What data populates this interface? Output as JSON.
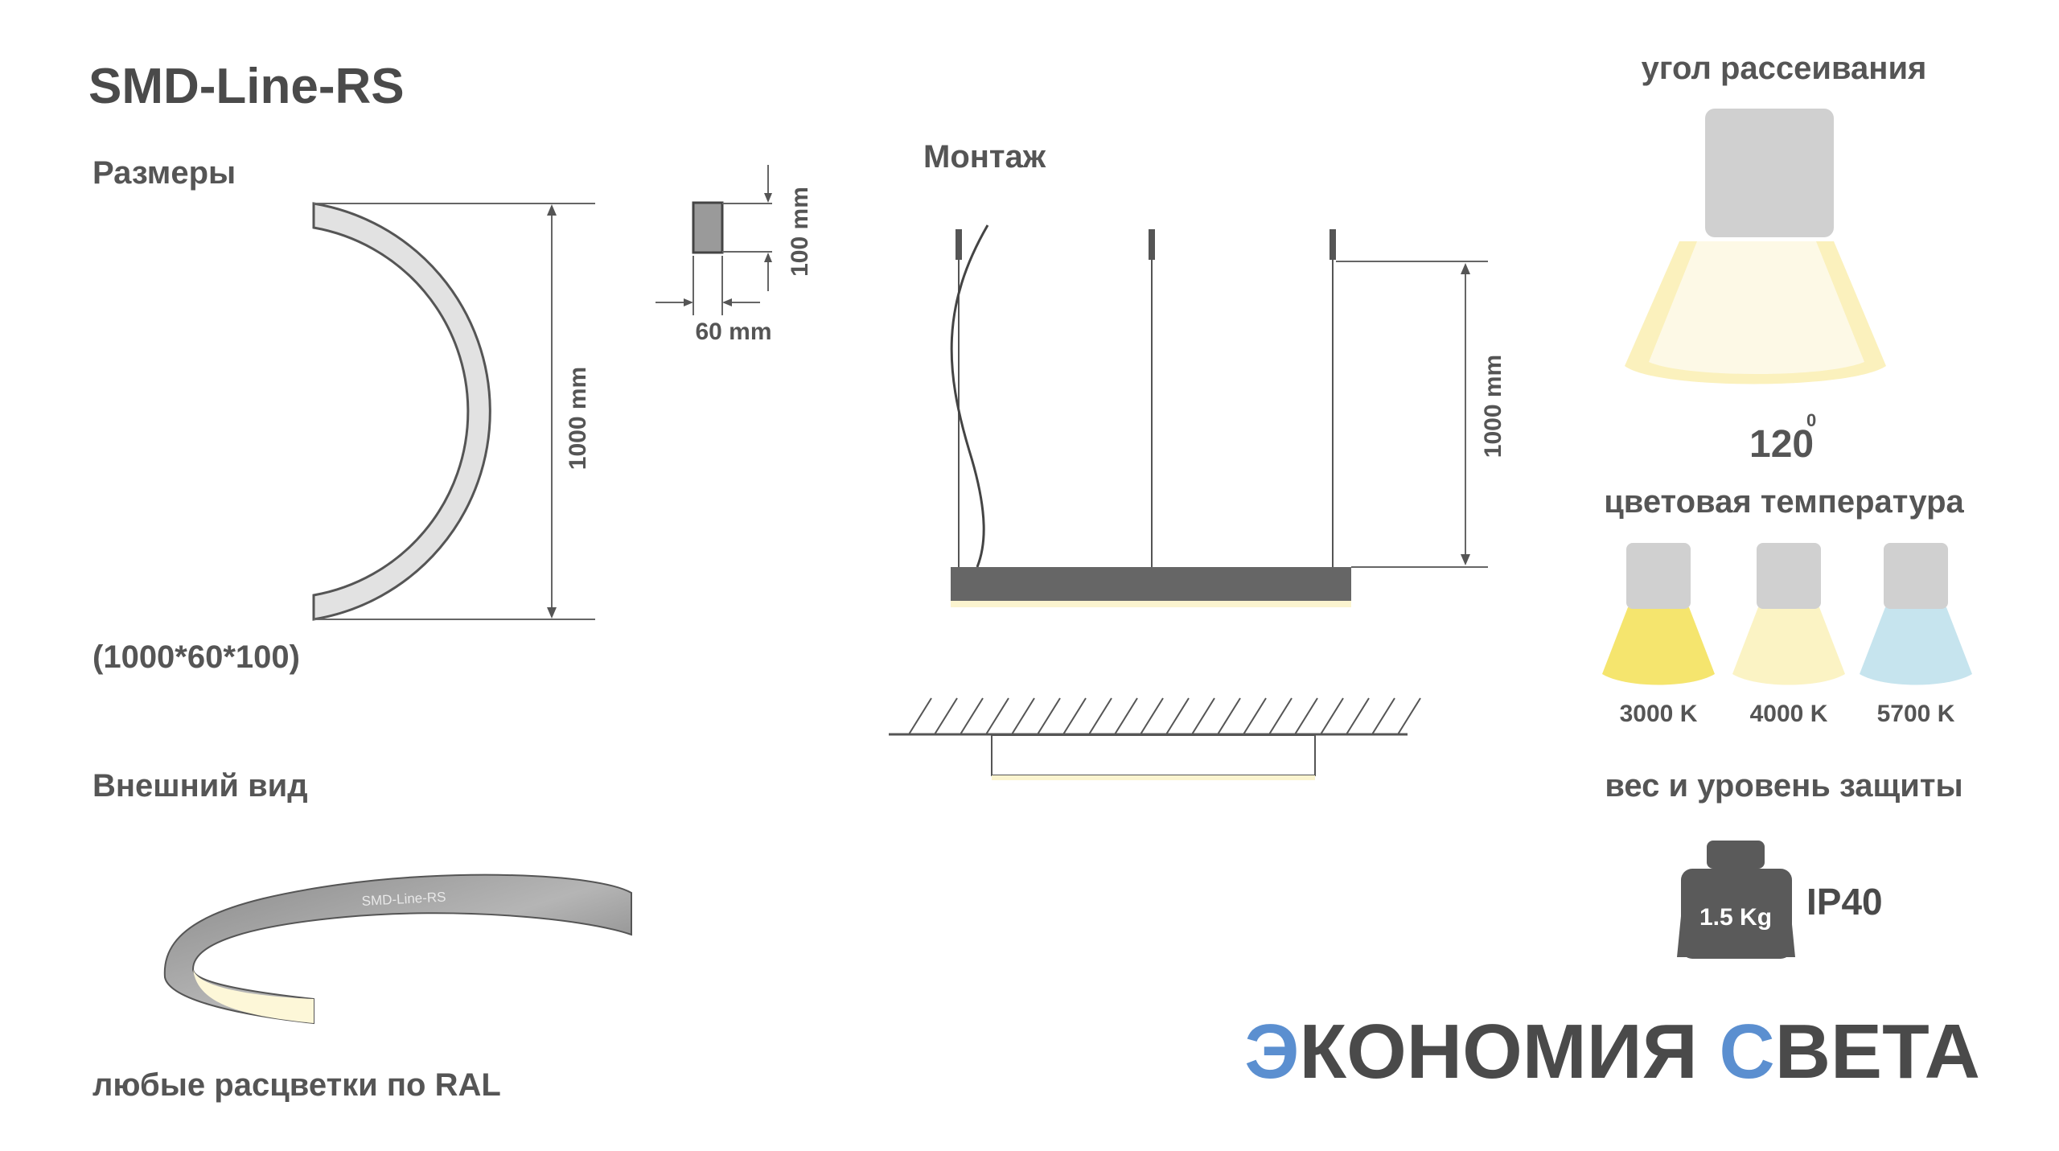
{
  "product": {
    "title": "SMD-Line-RS"
  },
  "sections": {
    "dimensions": "Размеры",
    "mounting": "Монтаж",
    "appearance": "Внешний вид",
    "beam_angle": "угол рассеивания",
    "color_temperature": "цветовая температура",
    "weight_protection": "вес и уровень защиты"
  },
  "dimensions": {
    "height_label": "1000 mm",
    "depth_label": "100 mm",
    "width_label": "60 mm",
    "size_formula": "(1000*60*100)"
  },
  "mounting": {
    "suspension_label": "1000 mm"
  },
  "appearance": {
    "product_mark": "SMD-Line-RS",
    "ral_note": "любые расцветки по RAL"
  },
  "beam": {
    "angle_value": "120",
    "degree_mark": "0"
  },
  "color_temps": [
    {
      "label": "3000 K",
      "color": "#f5e56e"
    },
    {
      "label": "4000 K",
      "color": "#fbf3c4"
    },
    {
      "label": "5700 K",
      "color": "#c6e4ee"
    }
  ],
  "specs": {
    "weight": "1.5 Kg",
    "ip_rating": "IP40"
  },
  "brand": {
    "part1_accent": "Э",
    "part1_rest": "КОНОМИЯ ",
    "part2_accent": "С",
    "part2_rest": "ВЕТА",
    "accent_color": "#5b8fd0"
  }
}
